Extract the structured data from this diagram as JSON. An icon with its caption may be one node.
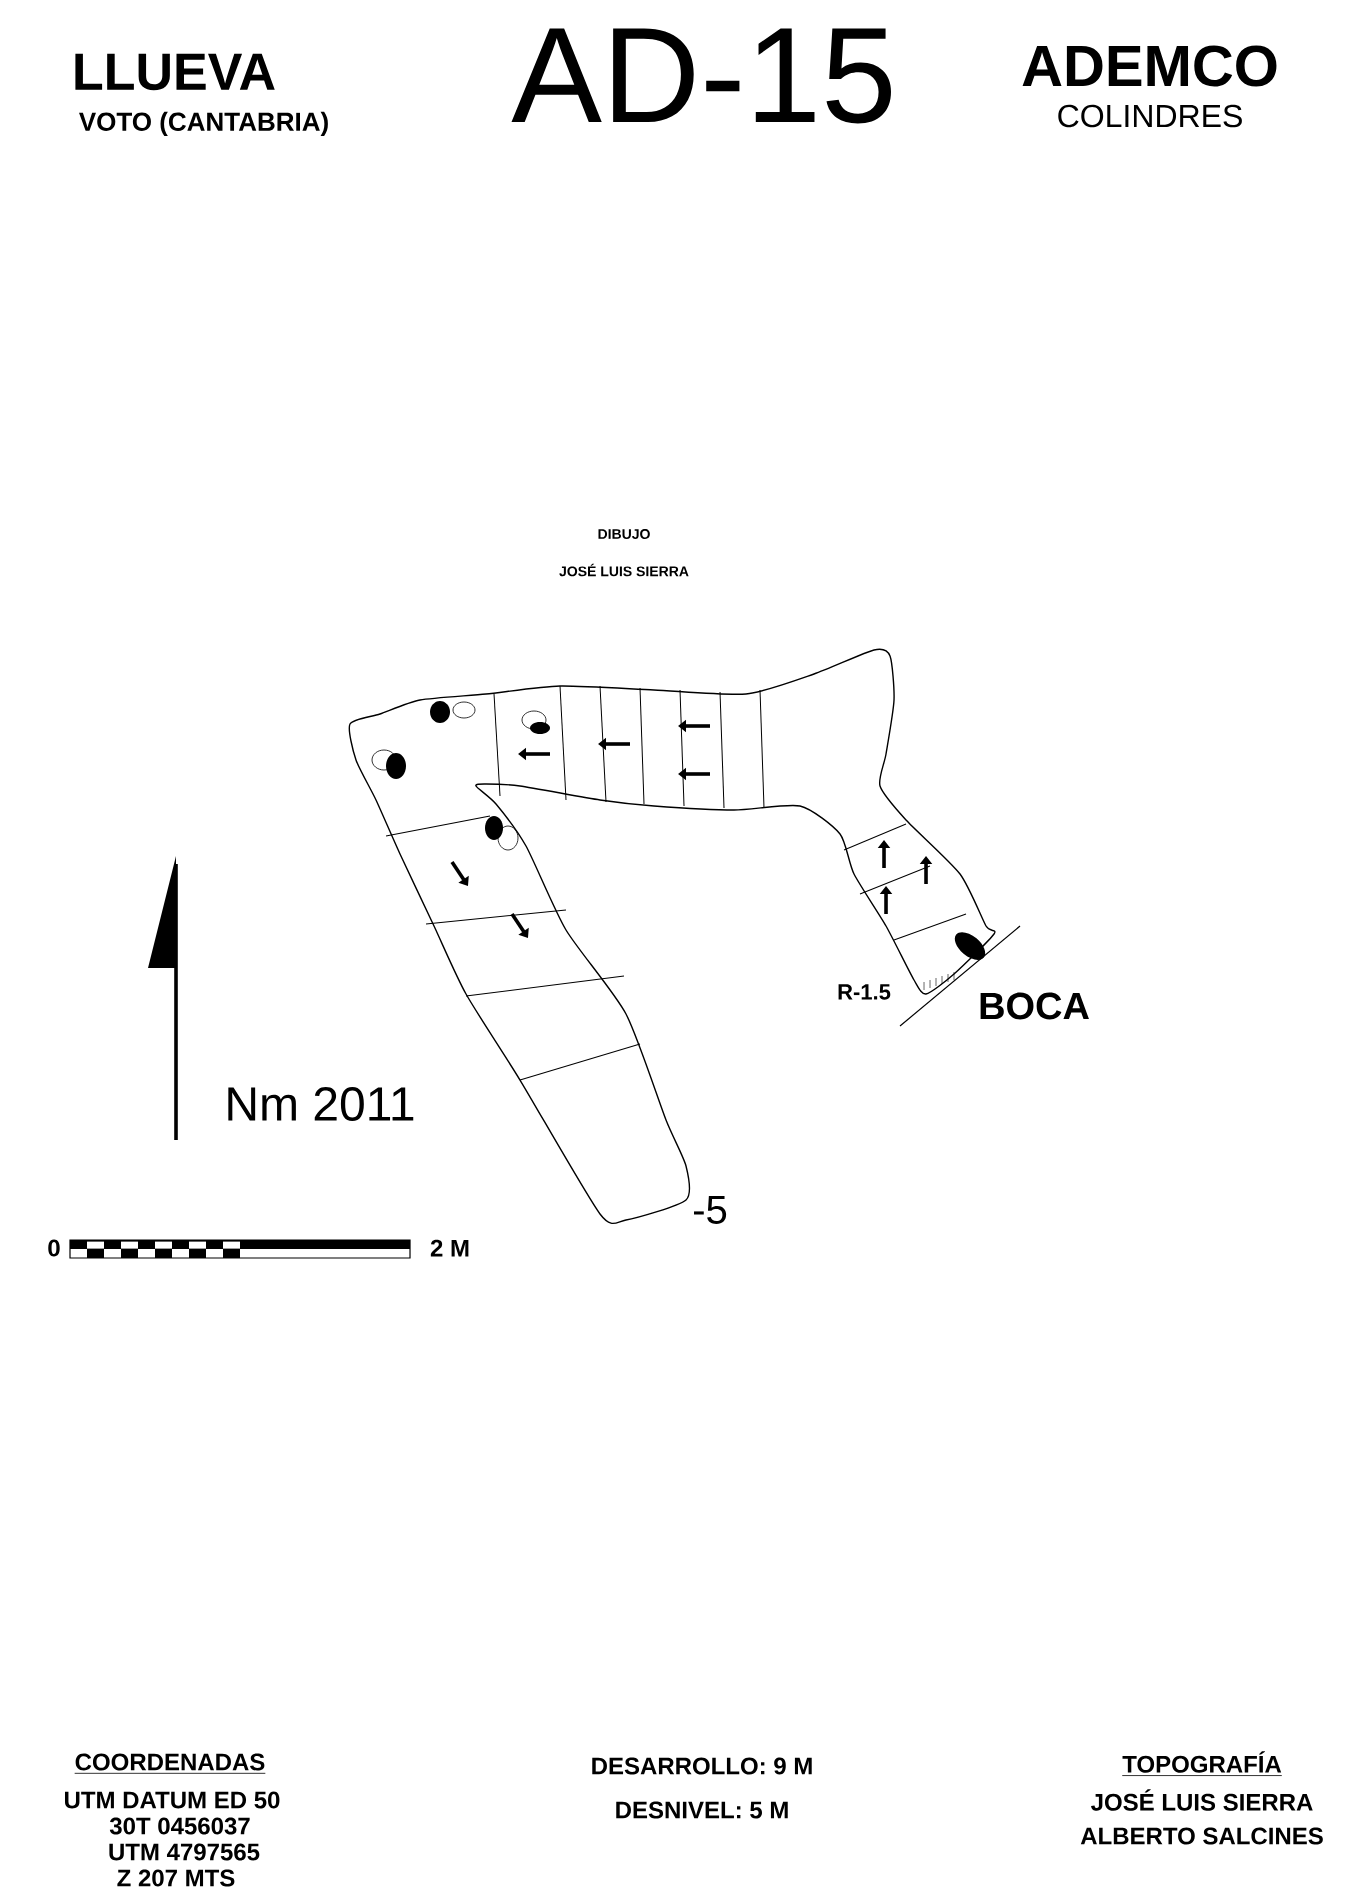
{
  "diagram": {
    "title": "AD-15",
    "labels": [
      "LLUEVA",
      "VOTO (CANTABRIA)",
      "ADEMCO",
      "COLINDRES",
      "DIBUJO",
      "JOSÉ LUIS SIERRA",
      "R-1.5",
      "BOCA",
      "Nm 2011",
      "-5",
      "0",
      "2 M",
      "COORDENADAS",
      "UTM DATUM ED 50",
      "30T 0456037",
      "UTM 4797565",
      "Z 207 MTS",
      "DESARROLLO: 9 M",
      "DESNIVEL: 5 M",
      "TOPOGRAFÍA",
      "JOSÉ LUIS SIERRA",
      "ALBERTO SALCINES"
    ]
  }
}
